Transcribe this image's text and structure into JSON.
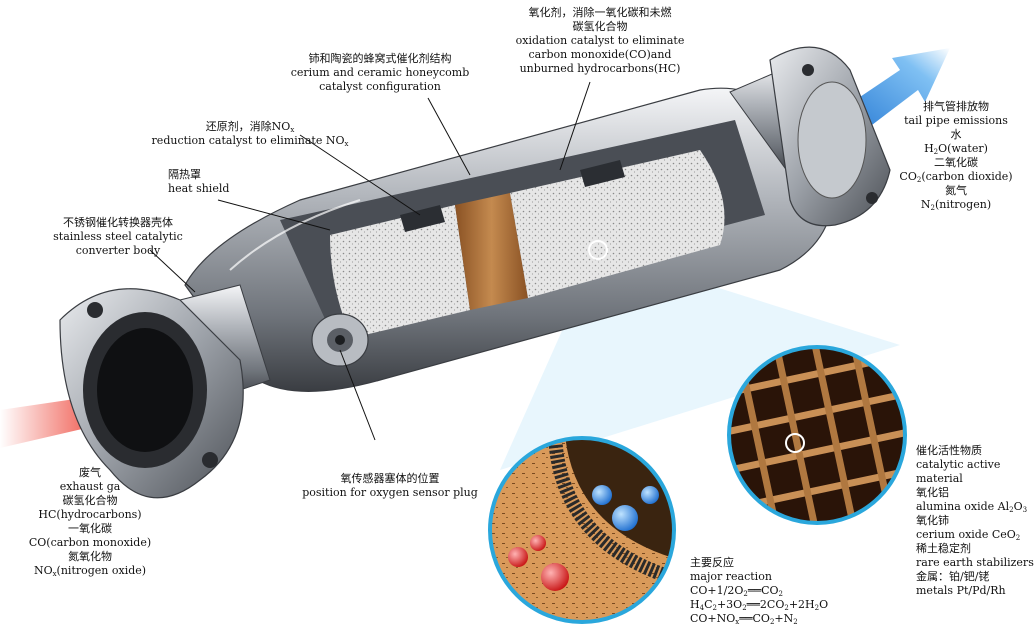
{
  "labels": {
    "oxidation": {
      "zh1": "氧化剂，消除一氧化碳和未燃",
      "zh2": "碳氢化合物",
      "en1": "oxidation catalyst to eliminate",
      "en2": "carbon monoxide(CO)and",
      "en3": "unburned hydrocarbons(HC)"
    },
    "honeycomb": {
      "zh": "铈和陶瓷的蜂窝式催化剂结构",
      "en1": "cerium and ceramic honeycomb",
      "en2": "catalyst configuration"
    },
    "reduction": {
      "zh_pre": "还原剂，消除NO",
      "zh_sub": "x",
      "en_pre": "reduction catalyst to eliminate NO",
      "en_sub": "x"
    },
    "heat_shield": {
      "zh": "隔热罩",
      "en": "heat shield"
    },
    "converter_body": {
      "zh": "不锈钢催化转换器壳体",
      "en1": "stainless steel catalytic",
      "en2": "converter body"
    },
    "tailpipe": {
      "zh1": "排气管排放物",
      "en1": "tail pipe emissions",
      "zh2": "水",
      "h2o_pre": "H",
      "h2o_sub": "2",
      "h2o_post": "O(water)",
      "zh3": "二氧化碳",
      "co2_pre": "CO",
      "co2_sub": "2",
      "co2_post": "(carbon dioxide)",
      "zh4": "氮气",
      "n2_pre": "N",
      "n2_sub": "2",
      "n2_post": "(nitrogen)"
    },
    "sensor": {
      "zh": "氧传感器塞体的位置",
      "en": "position for oxygen sensor plug"
    },
    "exhaust": {
      "zh1": "废气",
      "en1": "exhaust ga",
      "zh2": "碳氢化合物",
      "en2": "HC(hydrocarbons)",
      "zh3": "一氧化碳",
      "en3": "CO(carbon monoxide)",
      "zh4": "氮氧化物",
      "nox_pre": "NO",
      "nox_sub": "x",
      "nox_post": "(nitrogen oxide)"
    },
    "active_material": {
      "zh1": "催化活性物质",
      "en1a": "catalytic active",
      "en1b": "material",
      "zh2": "氧化铝",
      "al_pre": "alumina oxide Al",
      "al_sub1": "2",
      "al_mid": "O",
      "al_sub2": "3",
      "zh3": "氧化铈",
      "ce_pre": "cerium oxide CeO",
      "ce_sub": "2",
      "zh4": "稀土稳定剂",
      "en4": "rare earth stabilizers",
      "zh5": "金属：铂/钯/铑",
      "en5": "metals Pt/Pd/Rh"
    },
    "reaction": {
      "zh": "主要反应",
      "en": "major reaction",
      "eq1": {
        "a": "CO+1/2O",
        "a_sub": "2",
        "b": "══CO",
        "b_sub": "2"
      },
      "eq2": {
        "a": "H",
        "a_sub": "4",
        "b": "C",
        "b_sub": "2",
        "c": "+3O",
        "c_sub": "2",
        "d": "══2CO",
        "d_sub": "2",
        "e": "+2H",
        "e_sub": "2",
        "f": "O"
      },
      "eq3": {
        "a": "CO+NO",
        "a_sub": "x",
        "b": "══CO",
        "b_sub": "2",
        "c": "+N",
        "c_sub": "2"
      }
    }
  },
  "colors": {
    "inlet_arrow": "#e32822",
    "outlet_arrow": "#2e7fd6",
    "steel": "#a9adb3",
    "honeycomb_band": "#b5783f",
    "ceramic": "#e2e2e2",
    "callout_ring": "#2aa7dc",
    "molecule_blue": "#2a86e0",
    "molecule_red": "#d81f1f"
  }
}
